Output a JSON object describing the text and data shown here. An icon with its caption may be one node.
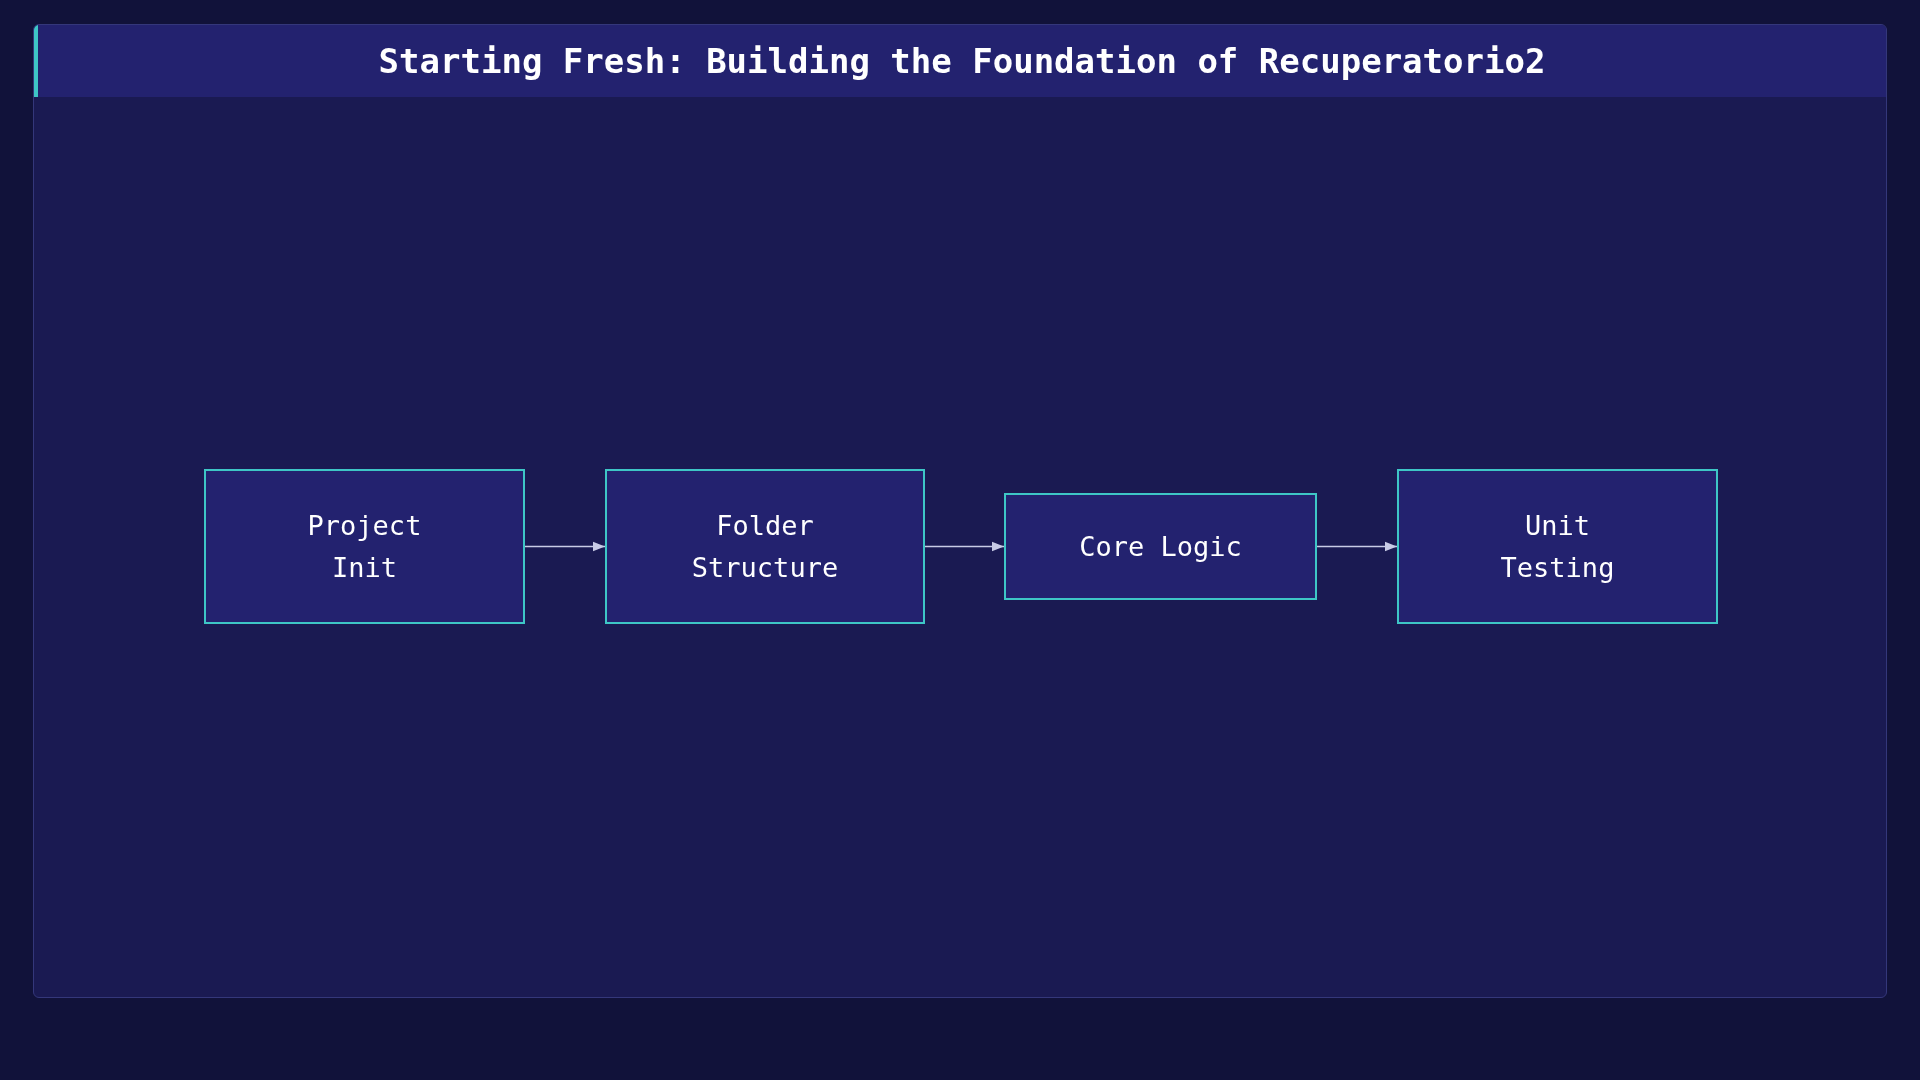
{
  "diagram": {
    "title": "Starting Fresh: Building the Foundation of Recuperatorio2",
    "nodes": [
      {
        "text": [
          "Project Init"
        ]
      },
      {
        "text": [
          "Folder Structure"
        ]
      },
      {
        "text": [
          "Core Logic"
        ]
      },
      {
        "text": [
          "Unit Testing"
        ]
      }
    ],
    "edges": [
      {
        "from": 0,
        "to": 1,
        "arrow": "to"
      },
      {
        "from": 1,
        "to": 2,
        "arrow": "to"
      },
      {
        "from": 2,
        "to": 3,
        "arrow": "to"
      }
    ]
  }
}
